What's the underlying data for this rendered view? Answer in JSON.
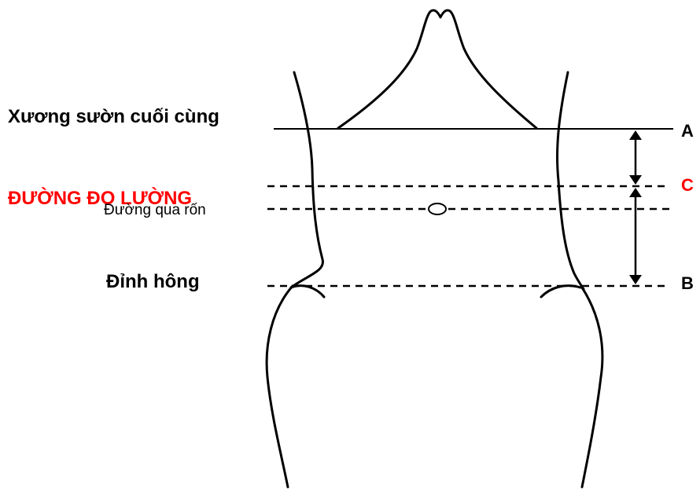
{
  "labels": {
    "last_rib": "Xương sườn cuối cùng",
    "measurement_line": "ĐƯỜNG ĐO LƯỜNG",
    "navel_line": "Đường qua rốn",
    "hip_top": "Đỉnh hông"
  },
  "points": {
    "a": "A",
    "c": "C",
    "b": "B"
  },
  "colors": {
    "highlight": "#ff0000",
    "lines": "#000000"
  }
}
